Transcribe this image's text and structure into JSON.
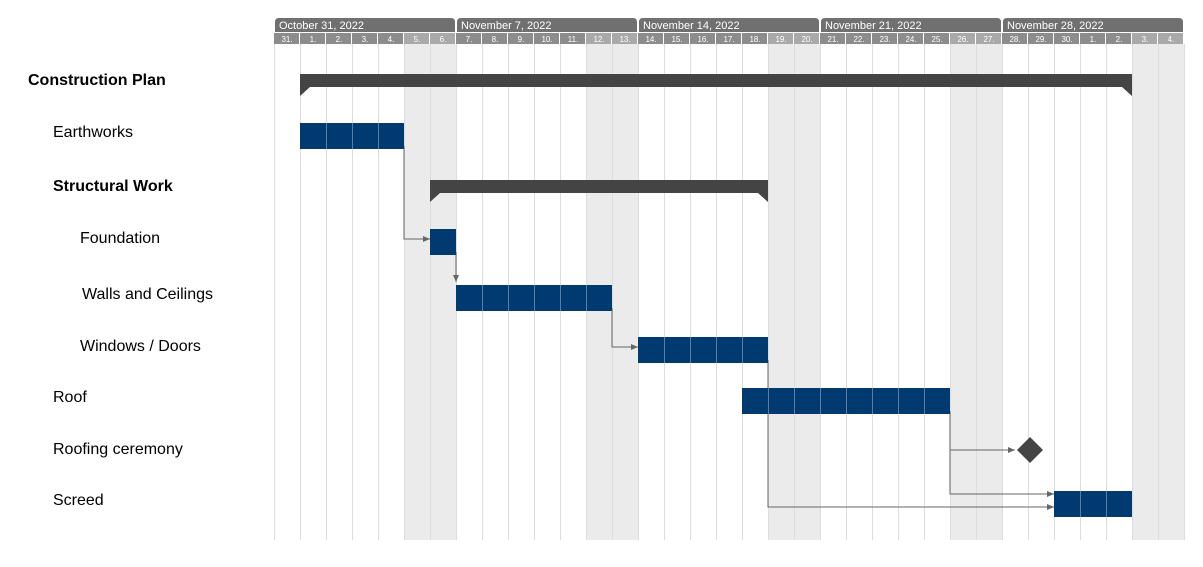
{
  "chart_data": {
    "type": "gantt",
    "start_date": "2022-10-31",
    "weeks": [
      "October 31, 2022",
      "November 7, 2022",
      "November 14, 2022",
      "November 21, 2022",
      "November 28, 2022"
    ],
    "days": [
      "31.",
      "1.",
      "2.",
      "3.",
      "4.",
      "5.",
      "6.",
      "7.",
      "8.",
      "9.",
      "10.",
      "11.",
      "12.",
      "13.",
      "14.",
      "15.",
      "16.",
      "17.",
      "18.",
      "19.",
      "20.",
      "21.",
      "22.",
      "23.",
      "24.",
      "25.",
      "26.",
      "27.",
      "28.",
      "29.",
      "30.",
      "1.",
      "2.",
      "3.",
      "4."
    ],
    "weekend_days": [
      5,
      6,
      12,
      13,
      19,
      20,
      26,
      27,
      33,
      34
    ],
    "tasks": [
      {
        "name": "Construction Plan",
        "type": "summary",
        "level": 0,
        "start": 1,
        "duration": 32
      },
      {
        "name": "Earthworks",
        "type": "task",
        "level": 1,
        "start": 1,
        "duration": 4
      },
      {
        "name": "Structural Work",
        "type": "summary",
        "level": 1,
        "start": 6,
        "duration": 13
      },
      {
        "name": "Foundation",
        "type": "task",
        "level": 2,
        "start": 6,
        "duration": 1
      },
      {
        "name": "Walls and Ceilings",
        "type": "task",
        "level": 2,
        "start": 7,
        "duration": 6
      },
      {
        "name": "Windows / Doors",
        "type": "task",
        "level": 2,
        "start": 14,
        "duration": 5
      },
      {
        "name": "Roof",
        "type": "task",
        "level": 1,
        "start": 18,
        "duration": 8
      },
      {
        "name": "Roofing ceremony",
        "type": "milestone",
        "level": 1,
        "start": 29,
        "duration": 0
      },
      {
        "name": "Screed",
        "type": "task",
        "level": 1,
        "start": 30,
        "duration": 3
      }
    ],
    "dependencies": [
      [
        1,
        3
      ],
      [
        3,
        4
      ],
      [
        4,
        5
      ],
      [
        5,
        8
      ],
      [
        6,
        7
      ],
      [
        6,
        8
      ]
    ],
    "colors": {
      "task": "#003a70",
      "summary": "#444444",
      "week_header": "#707070",
      "day_header": "#8c8c8c",
      "weekend_header": "#a9a9a9",
      "weekend_fill": "#ebebeb",
      "grid": "#dddddd",
      "arrow": "#666666"
    }
  }
}
